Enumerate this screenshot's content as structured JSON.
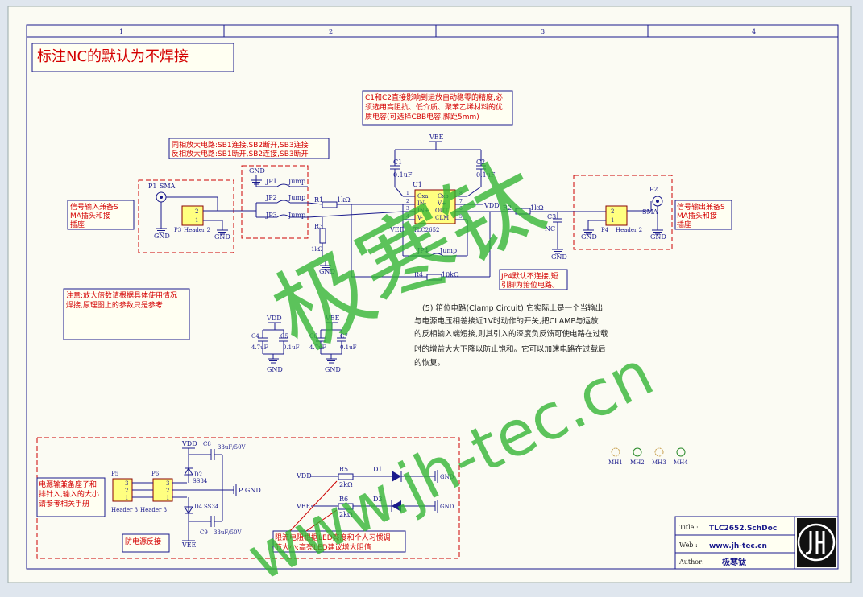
{
  "zones": [
    "1",
    "2",
    "3",
    "4"
  ],
  "main_title": "标注NC的默认为不焊接",
  "notes": {
    "c1c2": [
      "C1和C2直接影响到运放自动稳零的精度,必",
      "须选用高阻抗、低介质、聚苯乙烯材料的优",
      "质电容(可选择CBB电容,脚距5mm)"
    ],
    "gain": [
      "同相放大电路:SB1连接,SB2断开,SB3连接",
      "反相放大电路:SB1断开,SB2连接,SB3断开"
    ],
    "input": [
      "信号输入兼备S",
      "MA插头和接",
      "插座"
    ],
    "output": [
      "信号输出兼备S",
      "MA插头和接",
      "插座"
    ],
    "jp4": [
      "JP4默认不连接,短",
      "引脚为箝位电路。"
    ],
    "note": [
      "注意:放大倍数请根据具体使用情况",
      "焊接,原理图上的参数只是参考"
    ],
    "power": [
      "电源输兼备座子和",
      "排针入,输入的大小",
      "请参考相关手册"
    ],
    "reverse": "防电源反接",
    "led": [
      "限流电阻根据LED亮度和个人习惯调",
      "节大小;高亮LED建议增大阻值"
    ]
  },
  "clamp_text": [
    "(5) 箝位电路(Clamp Circuit):它实际上是一个当输出",
    "与电源电压相差接近1V时动作的开关,把CLAMP与运放",
    "的反相输入端短接,则其引入的深度负反馈可使电路在过载",
    "时的增益大大下降以防止饱和。它可以加速电路在过载后",
    "的恢复。"
  ],
  "labels": {
    "vee": "VEE",
    "vdd": "VDD",
    "gnd": "GND",
    "pgnd": "P GND",
    "u1": "U1",
    "chip": "TLC2652",
    "pins": {
      "cxa": "Cxa",
      "cxb": "Cxb",
      "inm": "IN-",
      "inp": "IN+",
      "vp": "V+",
      "vm": "V-",
      "out": "OUT",
      "clm": "CLM"
    },
    "pin_nums": [
      "1",
      "2",
      "3",
      "4",
      "5",
      "6",
      "7",
      "8"
    ],
    "c1": "C1",
    "c1v": "0.1uF",
    "c2": "C2",
    "c2v": "0.1uF",
    "c3": "C3",
    "c3v": "NC",
    "c4": "C4",
    "c4v": "4.7uF",
    "c5": "C5",
    "c5v": "0.1uF",
    "c6": "C6",
    "c6v": "4.7uF",
    "c7": "C7",
    "c7v": "0.1uF",
    "c8": "C8",
    "c8v": "33uF/50V",
    "c9": "C9",
    "c9v": "33uF/50V",
    "r1": "R1",
    "r1v": "1kΩ",
    "r2": "R2",
    "r2v": "1kΩ",
    "r3": "R3",
    "r3v": "1kΩ",
    "r4": "R4",
    "r4v": "10kΩ",
    "r5": "R5",
    "r5v": "2kΩ",
    "r6": "R6",
    "r6v": "2kΩ",
    "jp1": "JP1",
    "jp2": "JP2",
    "jp3": "JP3",
    "jp4": "JP4",
    "jump": "Jump",
    "p1": "P1",
    "p2": "P2",
    "sma": "SMA",
    "p3": "P3",
    "p3n": "Header 2",
    "p4": "P4",
    "p4n": "Header 2",
    "p5": "P5",
    "p5n": "Header 3",
    "p6": "P6",
    "p6n": "Header 3",
    "d1": "D1",
    "d2": "D2",
    "d3": "D3",
    "d4": "D4",
    "ss34": "SS34",
    "mh": [
      "MH1",
      "MH2",
      "MH3",
      "MH4"
    ],
    "n1": "1",
    "n2": "2",
    "n3": "3"
  },
  "titleblock": {
    "title_k": "Title :",
    "title_v": "TLC2652.SchDoc",
    "web_k": "Web :",
    "web_v": "www.jh-tec.cn",
    "author_k": "Author:",
    "author_v": "极寒钛"
  },
  "watermark": {
    "cn": "极寒钛",
    "url": "www.jh-tec.cn"
  }
}
